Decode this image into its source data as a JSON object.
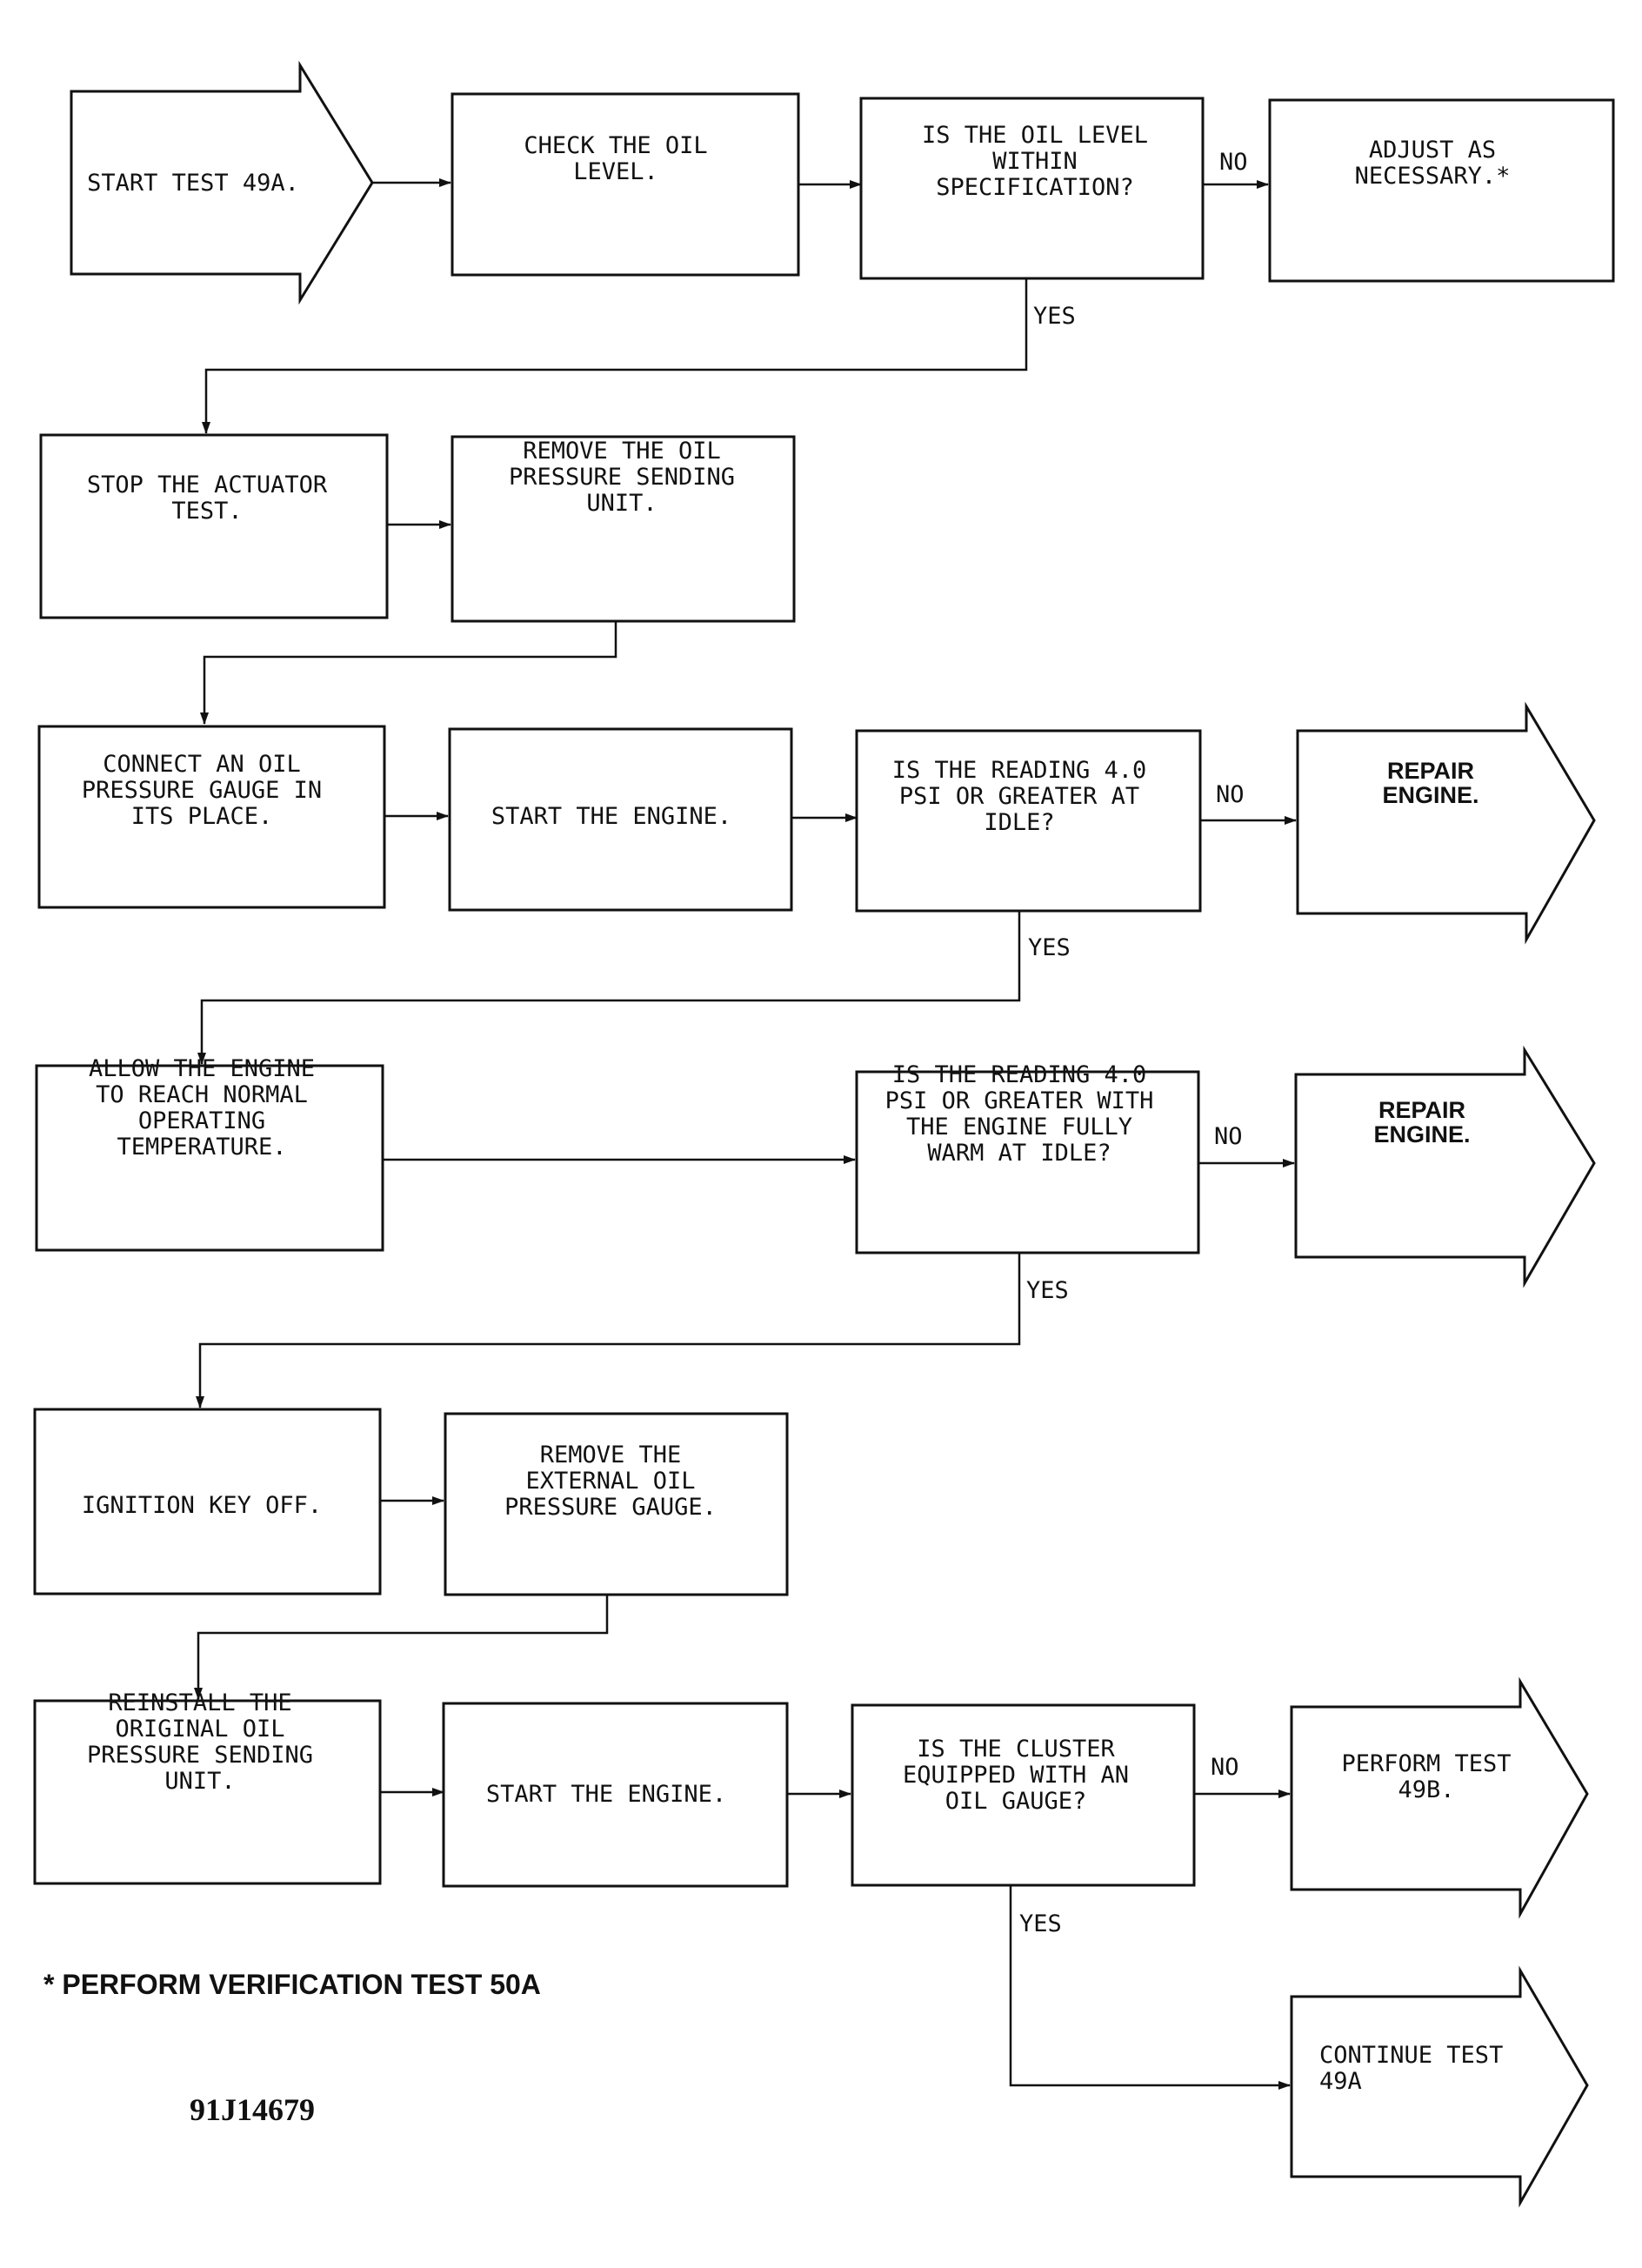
{
  "flowchart": {
    "nodes": {
      "start": {
        "lines": [
          "START TEST 49A."
        ],
        "bold": false
      },
      "check_oil": {
        "lines": [
          "CHECK THE OIL",
          "LEVEL."
        ],
        "bold": false
      },
      "q_oil_level": {
        "lines": [
          "IS THE OIL LEVEL",
          "WITHIN",
          "SPECIFICATION?"
        ],
        "bold": false
      },
      "adjust": {
        "lines": [
          "ADJUST AS",
          "NECESSARY.*"
        ],
        "bold": false
      },
      "stop_actuator": {
        "lines": [
          "STOP THE ACTUATOR",
          "TEST."
        ],
        "bold": false
      },
      "remove_sender": {
        "lines": [
          "REMOVE THE OIL",
          "PRESSURE SENDING",
          "UNIT."
        ],
        "bold": false
      },
      "connect_gauge": {
        "lines": [
          "CONNECT AN OIL",
          "PRESSURE GAUGE IN",
          "ITS PLACE."
        ],
        "bold": false
      },
      "start_engine_1": {
        "lines": [
          "START THE ENGINE."
        ],
        "bold": false
      },
      "q_reading_idle": {
        "lines": [
          "IS THE READING 4.0",
          "PSI OR GREATER AT",
          "IDLE?"
        ],
        "bold": false
      },
      "repair_1": {
        "lines": [
          "REPAIR",
          "ENGINE."
        ],
        "bold": true
      },
      "warm_up": {
        "lines": [
          "ALLOW THE ENGINE",
          "TO REACH NORMAL",
          "OPERATING",
          "TEMPERATURE."
        ],
        "bold": false
      },
      "q_reading_warm": {
        "lines": [
          "IS THE READING 4.0",
          "PSI OR GREATER WITH",
          "THE ENGINE FULLY",
          "WARM AT IDLE?"
        ],
        "bold": false
      },
      "repair_2": {
        "lines": [
          "REPAIR",
          "ENGINE."
        ],
        "bold": true
      },
      "key_off": {
        "lines": [
          "IGNITION KEY OFF."
        ],
        "bold": false
      },
      "remove_gauge": {
        "lines": [
          "REMOVE THE",
          "EXTERNAL OIL",
          "PRESSURE GAUGE."
        ],
        "bold": false
      },
      "reinstall": {
        "lines": [
          "REINSTALL THE",
          "ORIGINAL OIL",
          "PRESSURE SENDING",
          "UNIT."
        ],
        "bold": false
      },
      "start_engine_2": {
        "lines": [
          "START THE ENGINE."
        ],
        "bold": false
      },
      "q_cluster": {
        "lines": [
          "IS THE CLUSTER",
          "EQUIPPED WITH AN",
          "OIL GAUGE?"
        ],
        "bold": false
      },
      "perform_49b": {
        "lines": [
          "PERFORM TEST",
          "49B."
        ],
        "bold": false
      },
      "continue_49a": {
        "lines": [
          "CONTINUE TEST",
          "49A"
        ],
        "bold": false
      }
    },
    "labels": {
      "yes": "YES",
      "no": "NO"
    },
    "footnote": "* PERFORM VERIFICATION TEST 50A",
    "figure_code": "91J14679"
  }
}
